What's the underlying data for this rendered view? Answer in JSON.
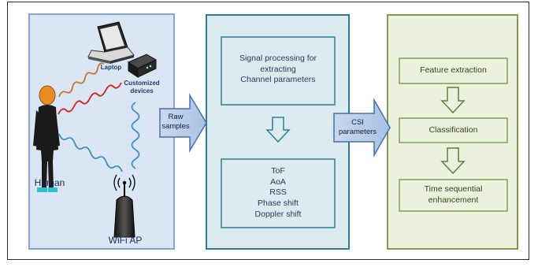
{
  "left_panel": {
    "laptop_label": "Laptop",
    "customized_label": "Customized\ndevices",
    "human_label": "Human",
    "ap_label": "WiFi AP"
  },
  "arrows": {
    "raw_samples": "Raw\nsamples",
    "csi_parameters": "CSI\nparameters"
  },
  "middle_panel": {
    "top_box": "Signal processing for\nextracting\nChannel parameters",
    "bottom_box": "ToF\nAoA\nRSS\nPhase shift\nDoppler shift"
  },
  "right_panel": {
    "feature_extraction": "Feature extraction",
    "classification": "Classification",
    "time_sequential": "Time sequential\nenhancement"
  },
  "colors": {
    "left_bg": "#dbe6f4",
    "left_border": "#8aa3cc",
    "mid_bg": "#dcebf0",
    "mid_border": "#2f7f8f",
    "right_bg": "#ebf1dd",
    "right_border": "#7f9f4f",
    "arrow_fill": "#c8d8ee",
    "arrow_stroke": "#4a6fa8",
    "wave_orange": "#c8742a",
    "wave_red": "#d42020",
    "wave_blue": "#3c8fc0"
  }
}
